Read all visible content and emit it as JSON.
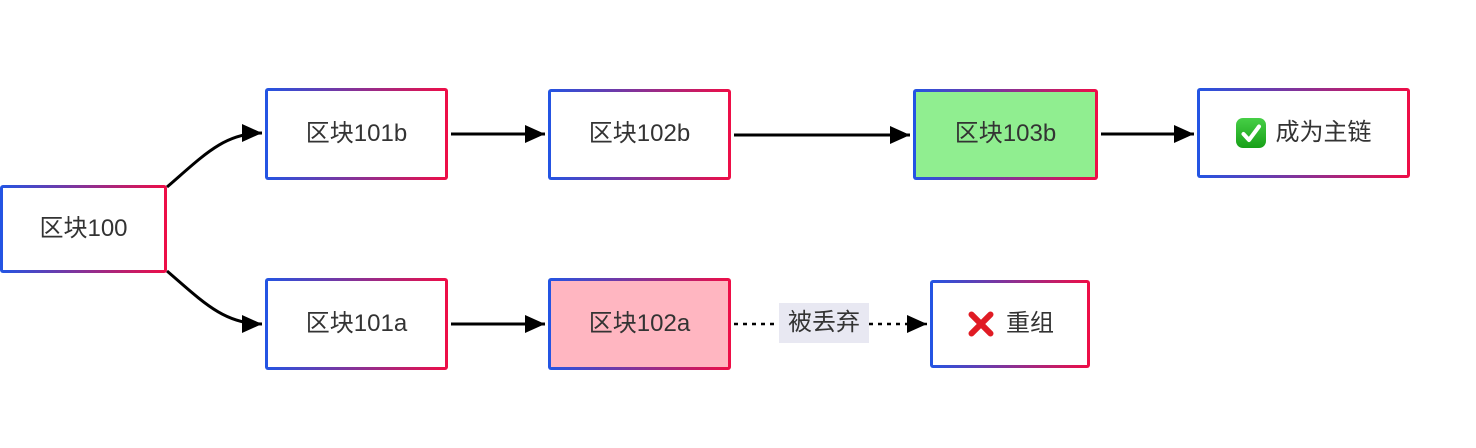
{
  "diagram": {
    "title_hint": "blockchain-fork-reorg-diagram",
    "nodes": {
      "block100": {
        "label": "区块100"
      },
      "block101b": {
        "label": "区块101b"
      },
      "block102b": {
        "label": "区块102b"
      },
      "block103b": {
        "label": "区块103b",
        "fill": "#90ee90"
      },
      "result_main_chain": {
        "label": "成为主链",
        "icon": "check-emoji-icon"
      },
      "block101a": {
        "label": "区块101a"
      },
      "block102a": {
        "label": "区块102a",
        "fill": "#ffb6c1"
      },
      "result_reorg": {
        "label": "重组",
        "icon": "cross-emoji-icon"
      }
    },
    "edge_labels": {
      "discarded": "被丢弃"
    },
    "colors": {
      "border_gradient_start": "#2255e4",
      "border_gradient_end": "#ef0d46",
      "green_fill": "#90ee90",
      "pink_fill": "#ffb6c1",
      "edge_label_bg": "#e8e8f2",
      "arrow": "#000000",
      "check_green": "#18a018",
      "cross_red": "#e01b24",
      "text": "#333333"
    }
  }
}
